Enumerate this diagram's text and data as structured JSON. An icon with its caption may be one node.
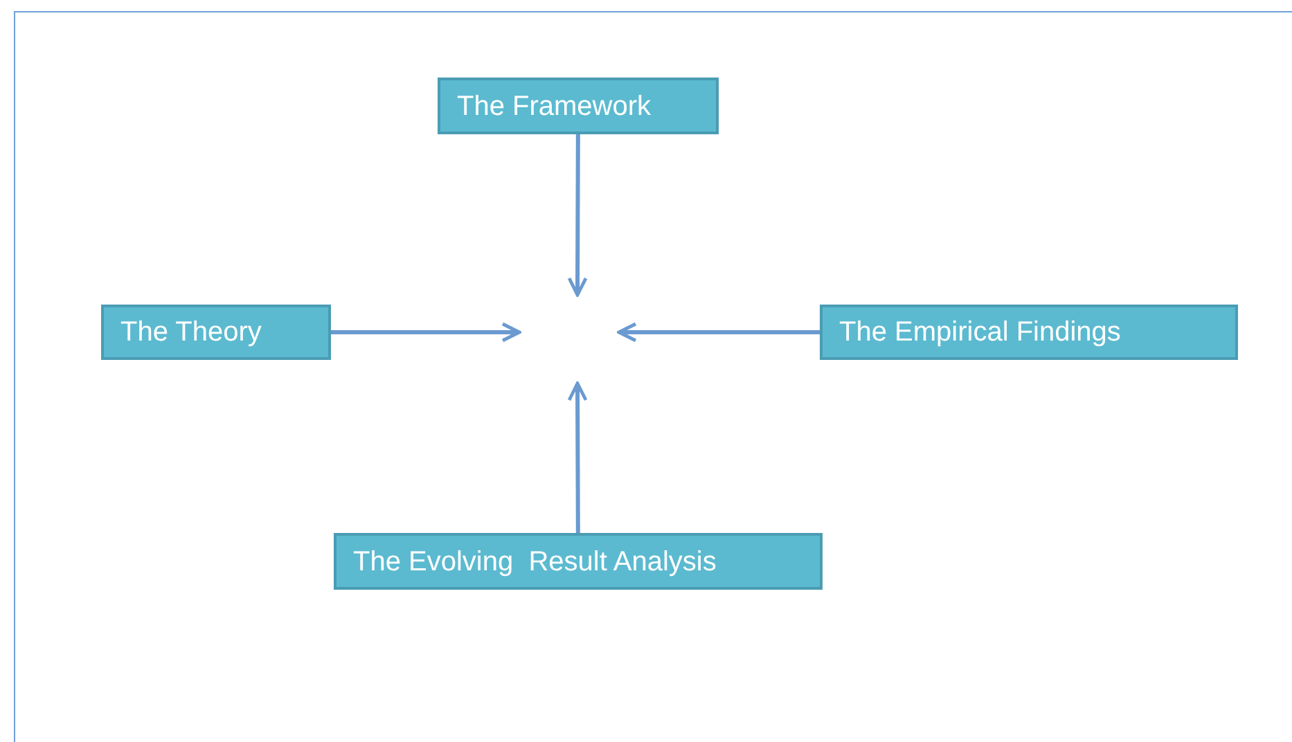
{
  "diagram": {
    "nodes": [
      {
        "text": [
          "The Framework"
        ]
      },
      {
        "text": [
          "The Theory"
        ]
      },
      {
        "text": [
          "The Empirical Findings"
        ]
      },
      {
        "text": [
          "The Evolving  Result Analysis"
        ]
      }
    ],
    "edges": [
      {
        "from": 0,
        "to": null,
        "arrow": "to"
      },
      {
        "from": 1,
        "to": null,
        "arrow": "to"
      },
      {
        "from": 2,
        "to": null,
        "arrow": "to"
      },
      {
        "from": 3,
        "to": null,
        "arrow": "to"
      }
    ]
  }
}
